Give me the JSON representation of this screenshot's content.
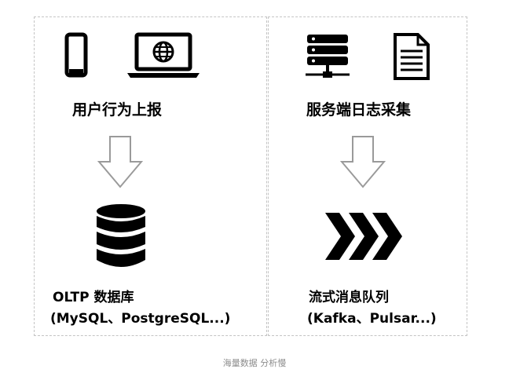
{
  "left_section": {
    "source_title": "用户行为上报",
    "source_icons": [
      "mobile-phone-icon",
      "laptop-globe-icon"
    ],
    "target_icon": "database-icon",
    "target_label_line1": "OLTP 数据库",
    "target_label_line2": "(MySQL、PostgreSQL...)"
  },
  "right_section": {
    "source_title": "服务端日志采集",
    "source_icons": [
      "server-rack-icon",
      "document-icon"
    ],
    "target_icon": "chevrons-right-icon",
    "target_label_line1": "流式消息队列",
    "target_label_line2": "(Kafka、Pulsar...)"
  },
  "arrow_icon": "down-arrow-outline-icon",
  "caption": "海量数据 分析慢"
}
